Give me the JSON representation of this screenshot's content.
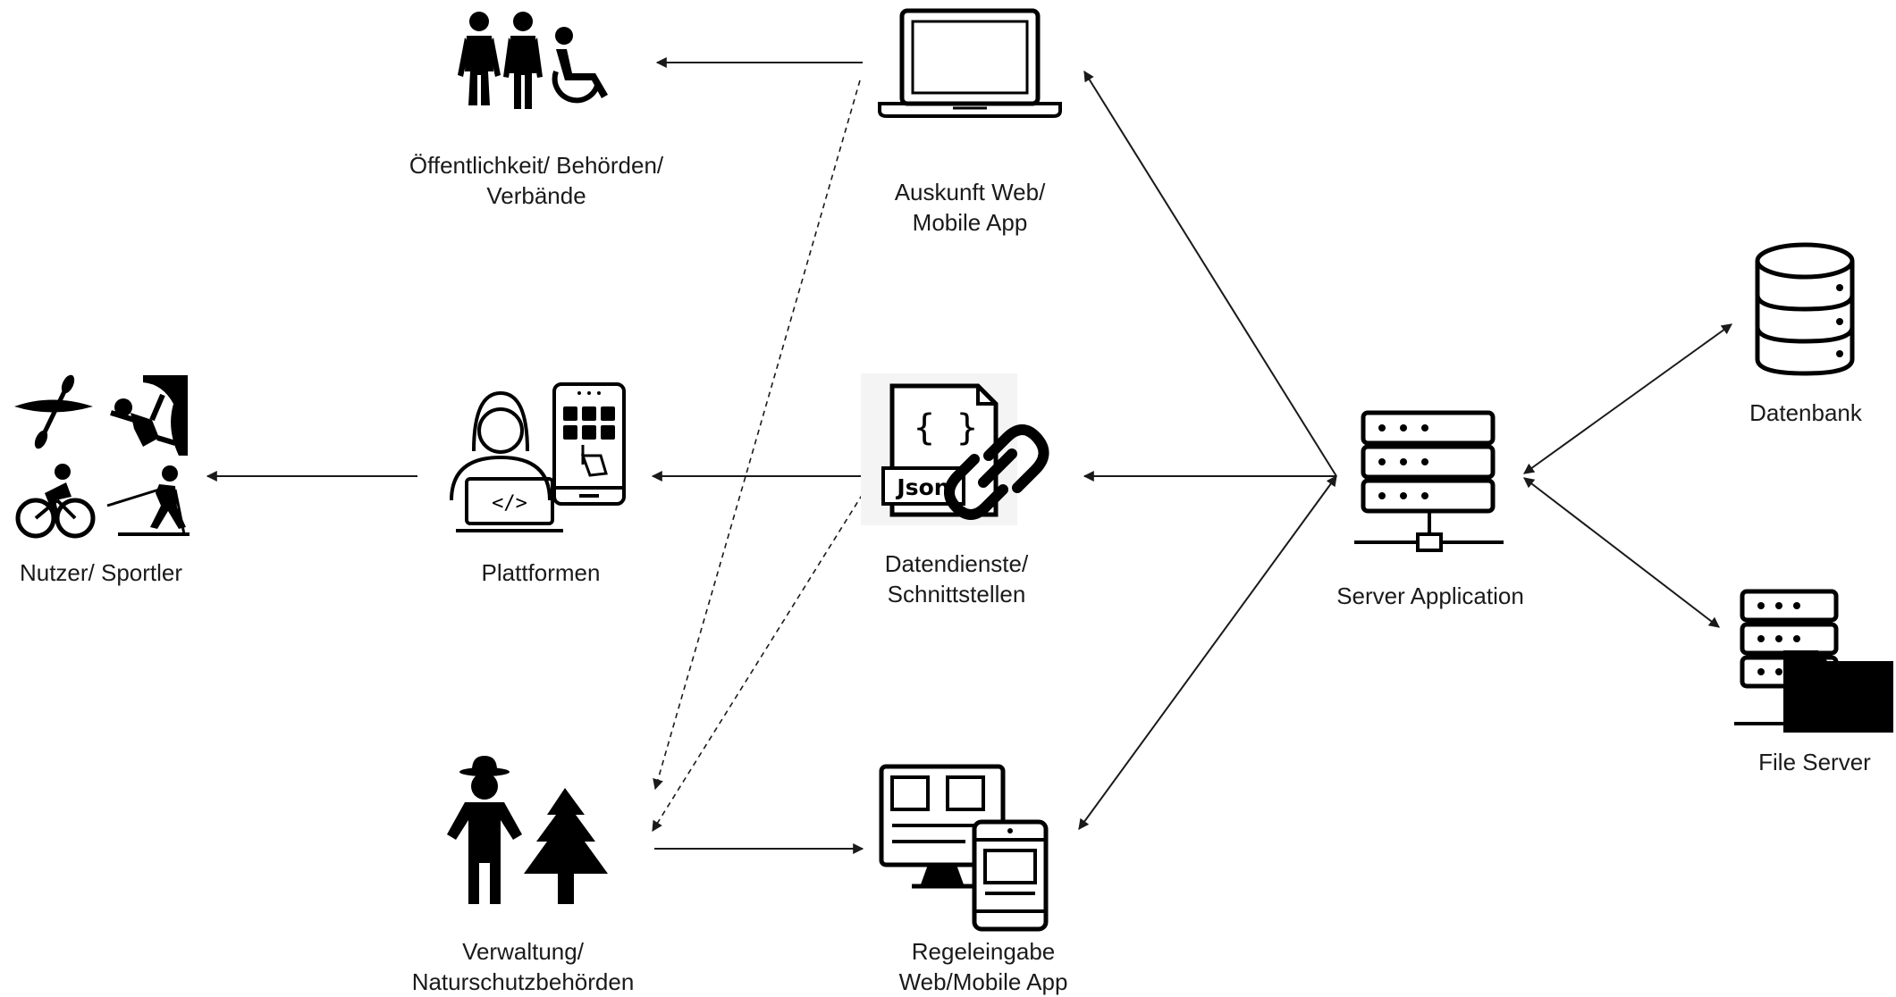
{
  "nodes": {
    "oeffentlichkeit": {
      "line1": "Öffentlichkeit/ Behörden/",
      "line2": "Verbände",
      "icon": "public-people-icon"
    },
    "auskunft": {
      "line1": "Auskunft Web/",
      "line2": "Mobile App",
      "icon": "laptop-icon"
    },
    "nutzer": {
      "line1": "Nutzer/ Sportler",
      "icon": "sports-icon"
    },
    "plattformen": {
      "line1": "Plattformen",
      "icon": "developer-platform-icon"
    },
    "datendienste": {
      "line1": "Datendienste/",
      "line2": "Schnittstellen",
      "icon": "json-api-icon",
      "badge": "Json",
      "braces": "{ }"
    },
    "server": {
      "line1": "Server Application",
      "icon": "server-icon"
    },
    "datenbank": {
      "line1": "Datenbank",
      "icon": "database-icon"
    },
    "fileserver": {
      "line1": "File Server",
      "icon": "file-server-icon"
    },
    "verwaltung": {
      "line1": "Verwaltung/",
      "line2": "Naturschutzbehörden",
      "icon": "ranger-tree-icon"
    },
    "regeleingabe": {
      "line1": "Regeleingabe",
      "line2": "Web/Mobile App",
      "icon": "desktop-mobile-icon"
    }
  },
  "edges": [
    {
      "from": "auskunft",
      "to": "oeffentlichkeit",
      "style": "solid",
      "direction": "forward"
    },
    {
      "from": "plattformen",
      "to": "nutzer",
      "style": "solid",
      "direction": "forward"
    },
    {
      "from": "datendienste",
      "to": "plattformen",
      "style": "solid",
      "direction": "forward"
    },
    {
      "from": "server",
      "to": "auskunft",
      "style": "solid",
      "direction": "forward"
    },
    {
      "from": "server",
      "to": "datendienste",
      "style": "solid",
      "direction": "forward"
    },
    {
      "from": "server",
      "to": "regeleingabe",
      "style": "solid",
      "direction": "both"
    },
    {
      "from": "server",
      "to": "datenbank",
      "style": "solid",
      "direction": "both"
    },
    {
      "from": "server",
      "to": "fileserver",
      "style": "solid",
      "direction": "both"
    },
    {
      "from": "verwaltung",
      "to": "regeleingabe",
      "style": "solid",
      "direction": "forward"
    },
    {
      "from": "auskunft",
      "to": "verwaltung",
      "style": "dashed",
      "direction": "forward"
    },
    {
      "from": "datendienste",
      "to": "verwaltung",
      "style": "dashed",
      "direction": "forward"
    }
  ],
  "colors": {
    "ink": "#000000",
    "line": "#1a1a1a",
    "text": "#1a1a1a"
  }
}
